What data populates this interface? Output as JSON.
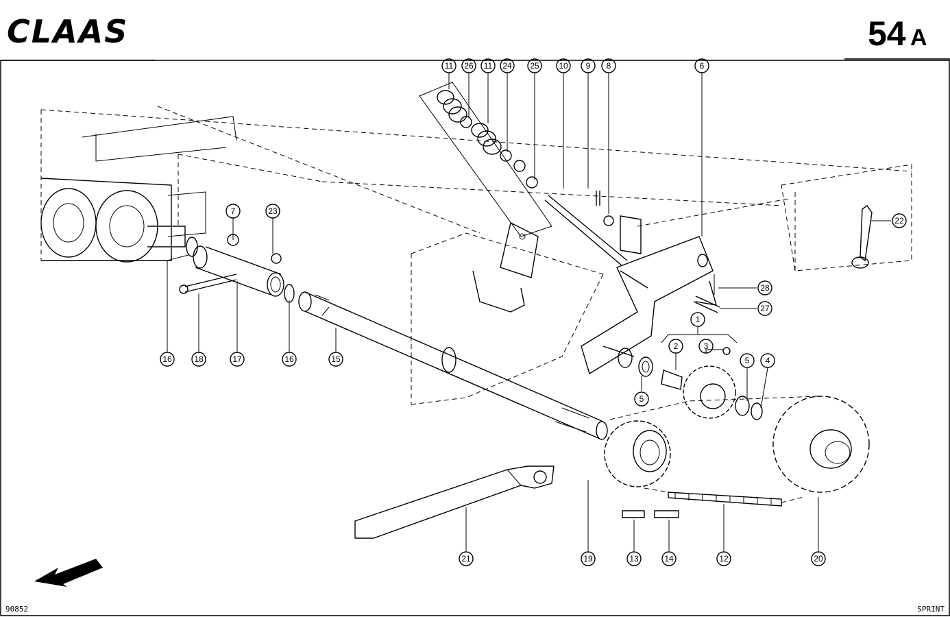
{
  "header": {
    "brand": "CLAAS",
    "page_number": "54",
    "page_suffix": "A"
  },
  "footer": {
    "drawing_code": "90852",
    "model": "SPRINT"
  },
  "callouts": [
    "11",
    "26",
    "11",
    "24",
    "25",
    "10",
    "9",
    "8",
    "6",
    "22",
    "28",
    "27",
    "7",
    "23",
    "16",
    "18",
    "17",
    "16",
    "15",
    "1",
    "3",
    "2",
    "5",
    "5",
    "4",
    "21",
    "19",
    "13",
    "14",
    "12",
    "20"
  ]
}
